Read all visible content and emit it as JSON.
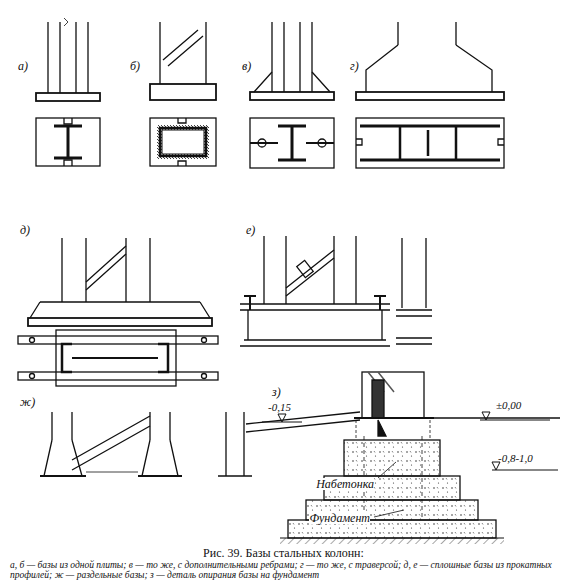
{
  "diagram": {
    "caption": "Рис. 39. Базы стальных колонн:",
    "labels": [
      "а)",
      "б)",
      "в)",
      "г)",
      "д)",
      "е)",
      "ж)",
      "з)",
      "-0,15",
      "±0,00",
      "Набетонка",
      "Фундамент",
      "-0,8-1,0",
      "а, б — базы из одной плиты; в — то же, с дополнительными ребрами; г — то же, с траверсой; д, е — сплошные базы из прокатных профилей; ж — раздельные базы; з — деталь опирания базы на фундамент"
    ]
  }
}
